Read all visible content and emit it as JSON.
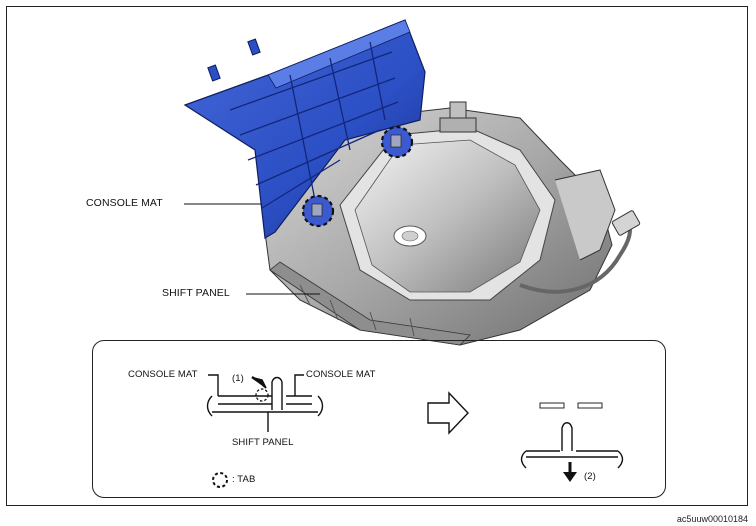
{
  "labels": {
    "console_mat": "CONSOLE MAT",
    "shift_panel": "SHIFT PANEL"
  },
  "inset": {
    "console_mat_left": "CONSOLE MAT",
    "console_mat_right": "CONSOLE MAT",
    "step1": "(1)",
    "shift_panel": "SHIFT PANEL",
    "tab_legend": ": TAB",
    "step2": "(2)"
  },
  "figure_code": "ac5uuw00010184",
  "colors": {
    "console_mat_blue": "#2b4fc4",
    "console_mat_dark": "#1a2f8a",
    "shift_panel_grey": "#b8b8b8",
    "outline": "#222222"
  }
}
